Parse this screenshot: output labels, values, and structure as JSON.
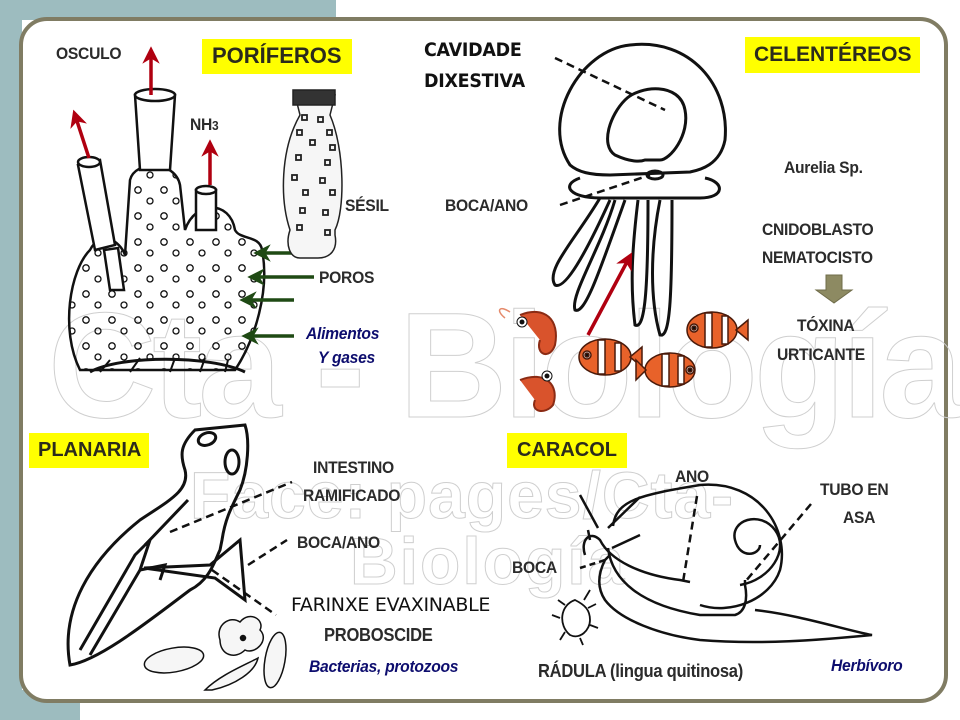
{
  "colors": {
    "background_accent": "#9dbcbf",
    "panel_border": "#807c63",
    "title_highlight": "#ffff00",
    "arrow_red": "#b00010",
    "arrow_green": "#1f4a14",
    "arrow_olive": "#8d8a62",
    "italic_blue": "#0d0d6e",
    "fish_orange": "#e8622a"
  },
  "watermark": {
    "main": "Cta - Biología",
    "line2": "Face: pages/Cta-",
    "line3": "Biología"
  },
  "poriferos": {
    "title": "PORÍFEROS",
    "labels": {
      "osculo": "OSCULO",
      "nh3_base": "NH",
      "nh3_sub": "3",
      "sesil": "SÉSIL",
      "poros": "POROS",
      "alimentos_line1": "Alimentos",
      "alimentos_line2": "Y gases"
    }
  },
  "celentereos": {
    "title": "CELENTÉREOS",
    "labels": {
      "cavidade_line1": "CAVIDADE",
      "cavidade_line2": "DIXESTIVA",
      "boca_ano": "BOCA/ANO",
      "species": "Aurelia Sp.",
      "cnidoblasto": "CNIDOBLASTO",
      "nematocisto": "NEMATOCISTO",
      "toxina": "TÓXINA",
      "urticante": "URTICANTE"
    }
  },
  "planaria": {
    "title": "PLANARIA",
    "labels": {
      "intestino_line1": "INTESTINO",
      "intestino_line2": "RAMIFICADO",
      "boca_ano": "BOCA/ANO",
      "farinxe": "FARINXE EVAXINABLE",
      "proboscide": "PROBOSCIDE",
      "diet": "Bacterias,  protozoos"
    }
  },
  "caracol": {
    "title": "CARACOL",
    "labels": {
      "ano": "ANO",
      "tubo_line1": "TUBO EN",
      "tubo_line2": "ASA",
      "boca": "BOCA",
      "radula": "RÁDULA (lingua quitinosa)",
      "diet": "Herbívoro"
    }
  }
}
